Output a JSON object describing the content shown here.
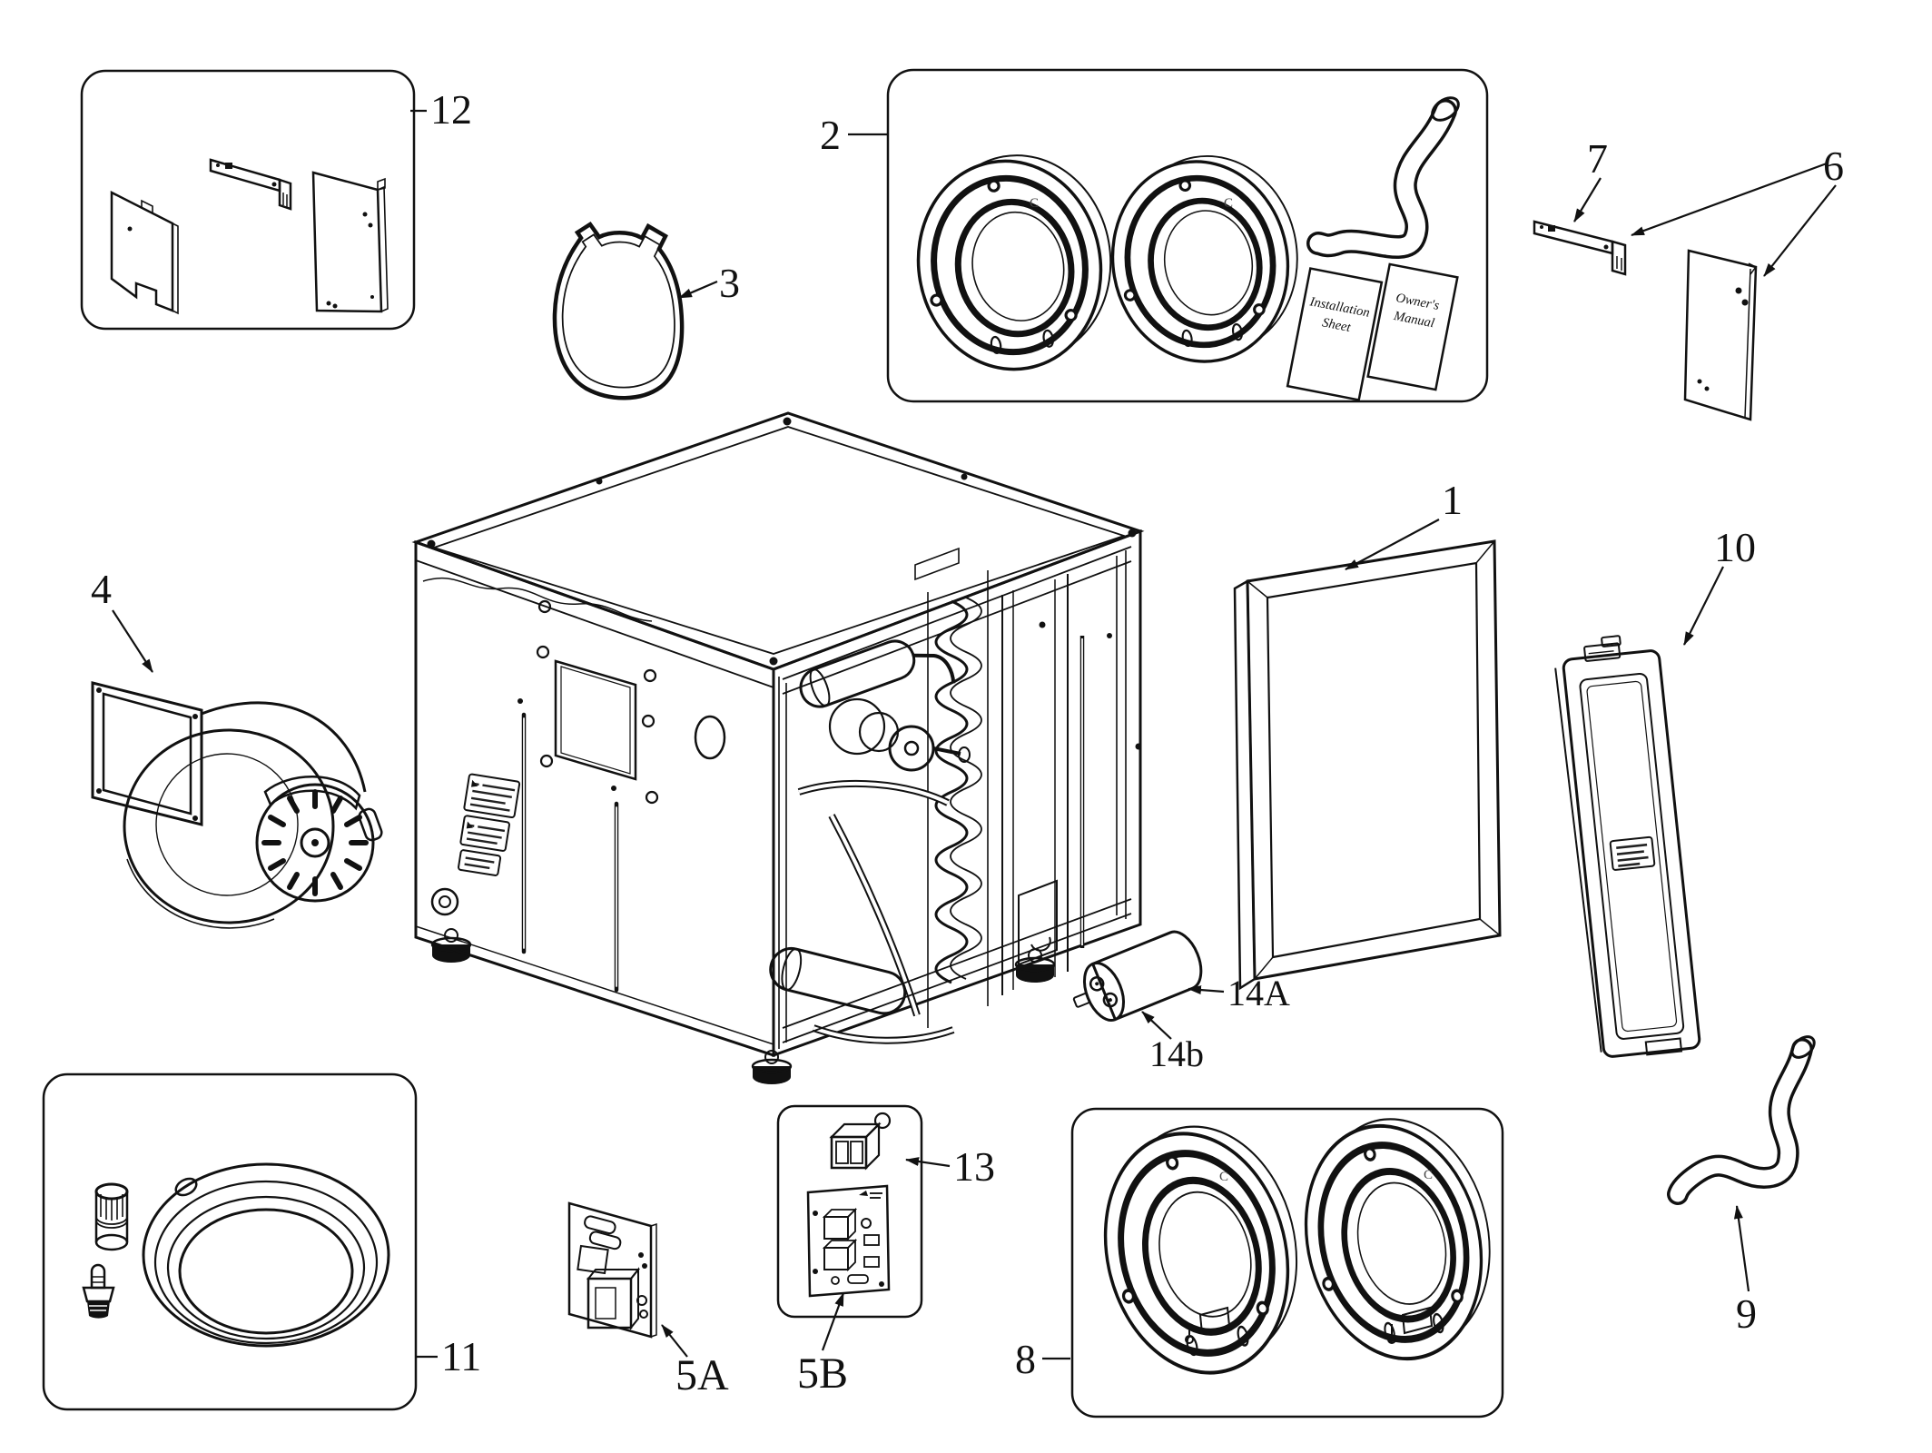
{
  "page": {
    "background": "#ffffff",
    "line_color": "#111111",
    "label_color": "#222222"
  },
  "callouts": {
    "c1": "1",
    "c2": "2",
    "c3": "3",
    "c4": "4",
    "c5a": "5A",
    "c5b": "5B",
    "c6": "6",
    "c7": "7",
    "c8": "8",
    "c9": "9",
    "c10": "10",
    "c11": "11",
    "c12": "12",
    "c13": "13",
    "c14a": "14A",
    "c14b": "14b"
  },
  "documents": {
    "installation_line1": "Installation",
    "installation_line2": "Sheet",
    "owners_line1": "Owner's",
    "owners_line2": "Manual"
  },
  "marks": {
    "collar_letter": "C"
  }
}
